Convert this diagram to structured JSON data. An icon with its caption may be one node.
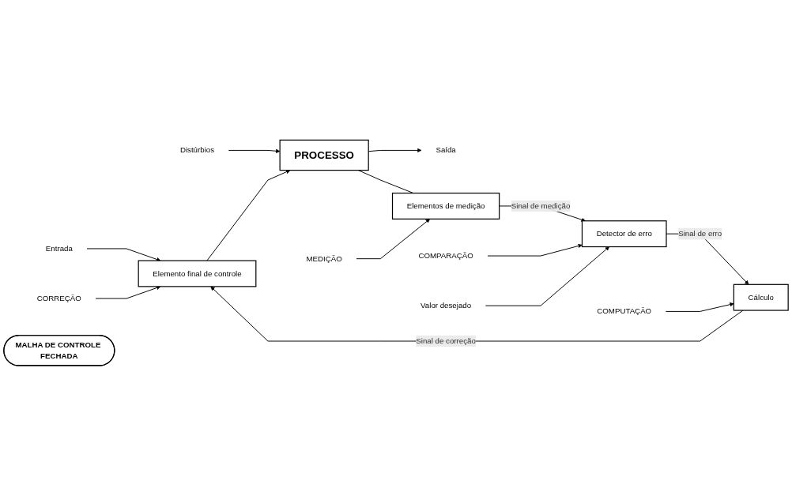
{
  "diagram": {
    "nodes": [
      {
        "text": [
          "CORREÇÃO"
        ]
      },
      {
        "text": [
          "Entrada"
        ]
      },
      {
        "text": [
          "Elemento final de controle"
        ]
      },
      {
        "text": [
          "Distúrbios"
        ]
      },
      {
        "text": [
          "PROCESSO"
        ]
      },
      {
        "text": [
          "Saída"
        ]
      },
      {
        "text": [
          "MALHA DE CONTROLE FECHADA"
        ]
      },
      {
        "text": [
          "MEDIÇÃO"
        ]
      },
      {
        "text": [
          "Elementos de medição"
        ]
      },
      {
        "text": [
          "Cálculo"
        ]
      },
      {
        "text": [
          "Detector de erro"
        ]
      },
      {
        "text": [
          "COMPUTAÇÃO"
        ]
      },
      {
        "text": [
          "COMPARAÇÃO"
        ]
      },
      {
        "text": [
          "Valor desejado"
        ]
      }
    ],
    "edges": [
      {
        "from": 1,
        "to": 2,
        "arrow": "to"
      },
      {
        "from": 0,
        "to": 2,
        "arrow": "to"
      },
      {
        "from": 3,
        "to": 4,
        "arrow": "to"
      },
      {
        "from": 2,
        "to": 4,
        "arrow": "to"
      },
      {
        "from": 4,
        "to": 5,
        "arrow": "to"
      },
      {
        "from": 4,
        "to": 8,
        "arrow": "none"
      },
      {
        "from": 7,
        "to": 8,
        "arrow": "to"
      },
      {
        "from": 8,
        "to": 10,
        "arrow": "to",
        "label": "Sinal de medição"
      },
      {
        "from": 10,
        "to": 9,
        "arrow": "to",
        "label": "Sinal de erro"
      },
      {
        "from": 9,
        "to": 2,
        "arrow": "to",
        "label": "Sinal de correção"
      },
      {
        "from": 11,
        "to": 9,
        "arrow": "to"
      },
      {
        "from": 12,
        "to": 10,
        "arrow": "to"
      },
      {
        "from": 13,
        "to": 10,
        "arrow": "to"
      }
    ]
  }
}
